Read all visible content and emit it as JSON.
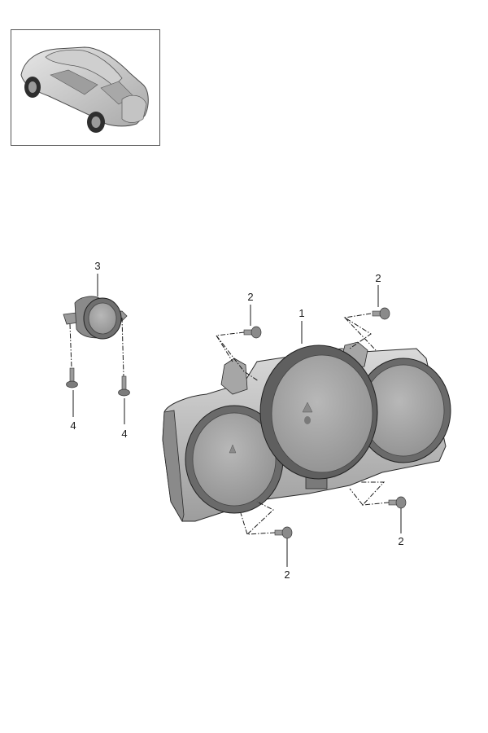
{
  "diagram": {
    "callouts": [
      {
        "id": "c1",
        "text": "1"
      },
      {
        "id": "c2a",
        "text": "2"
      },
      {
        "id": "c2b",
        "text": "2"
      },
      {
        "id": "c2c",
        "text": "2"
      },
      {
        "id": "c2d",
        "text": "2"
      },
      {
        "id": "c3",
        "text": "3"
      },
      {
        "id": "c4a",
        "text": "4"
      },
      {
        "id": "c4b",
        "text": "4"
      }
    ]
  },
  "colors": {
    "frame": "#555555",
    "body_gray": "#bdbdbd",
    "body_dark": "#7d7d7d",
    "dial": "#a3a3a3",
    "line": "#1a1a1a"
  }
}
